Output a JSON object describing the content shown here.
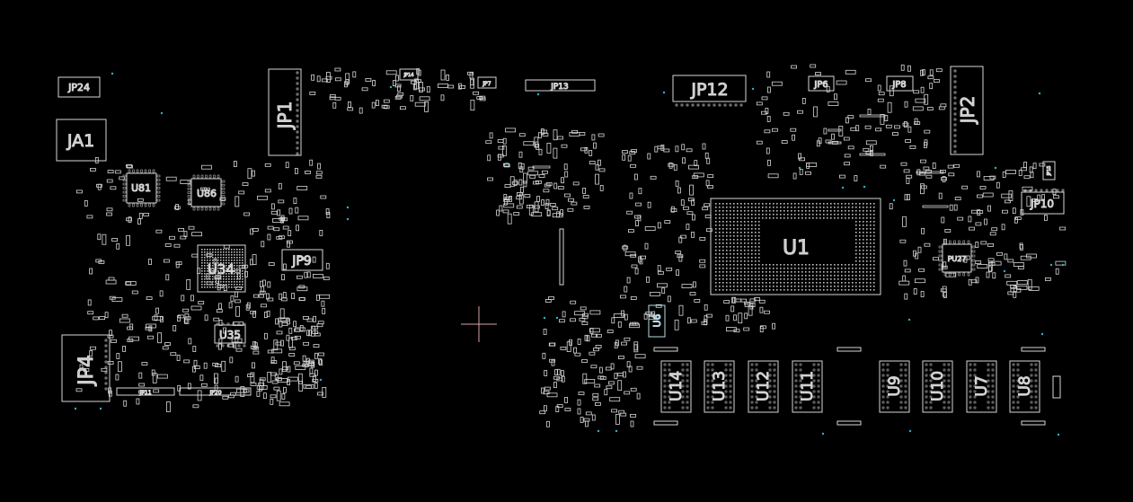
{
  "viewer": {
    "colors": {
      "background": "#000000",
      "outline": "#d6d6d6",
      "pin": "#bdbdbd",
      "via": "#2fb3c8",
      "cursor": "#d9a4a4"
    }
  },
  "components": {
    "JP24": "JP24",
    "JA1": "JA1",
    "JP1": "JP1",
    "JP14": "JP14",
    "JP7": "JP7",
    "JP13": "JP13",
    "JP12": "JP12",
    "JP6": "JP6",
    "JP8": "JP8",
    "JP2": "JP2",
    "U81": "U81",
    "U86": "U86",
    "U34": "U34",
    "JP9": "JP9",
    "U35": "U35",
    "JP4": "JP4",
    "JP11": "JP11",
    "JP20": "JP20",
    "U1": "U1",
    "PU27": "PU27",
    "JP10": "JP10",
    "JP15": "JP15",
    "U6": "U6",
    "U14": "U14",
    "U13": "U13",
    "U12": "U12",
    "U11": "U11",
    "U9": "U9",
    "U10": "U10",
    "U7": "U7",
    "U8": "U8"
  }
}
